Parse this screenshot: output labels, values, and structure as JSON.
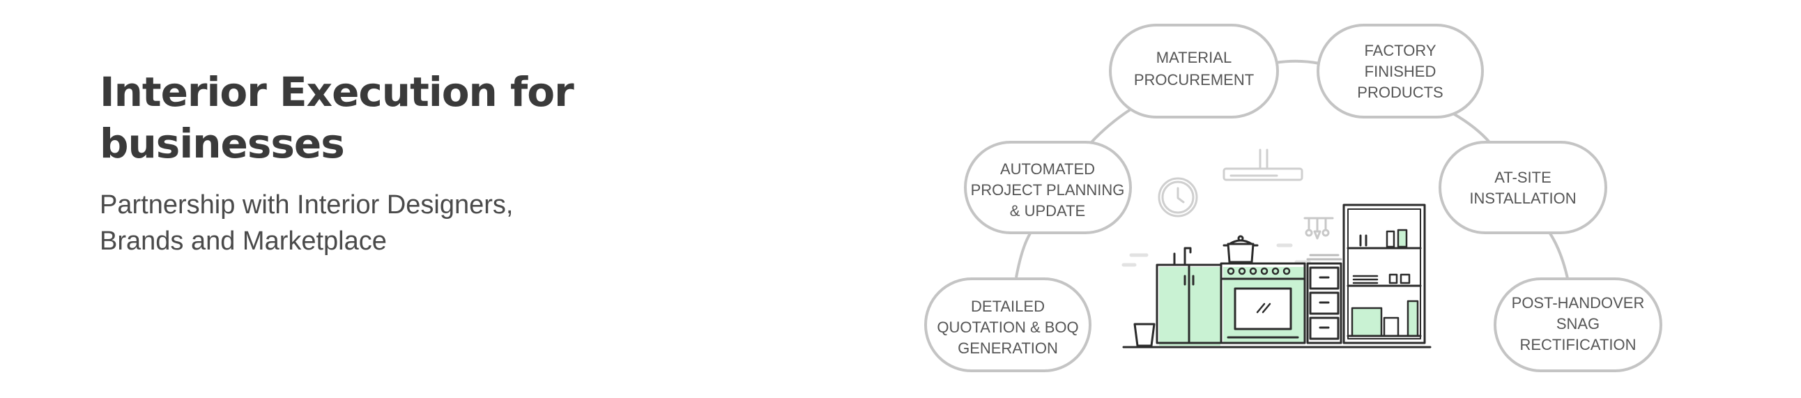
{
  "hero": {
    "title_line1": "Interior Execution for",
    "title_line2": "businesses",
    "subtitle_line1": "Partnership with Interior Designers,",
    "subtitle_line2": "Brands and Marketplace"
  },
  "steps": {
    "quotation": [
      "DETAILED",
      "QUOTATION & BOQ",
      "GENERATION"
    ],
    "planning": [
      "AUTOMATED",
      "PROJECT PLANNING",
      "& UPDATE"
    ],
    "procurement": [
      "MATERIAL",
      "PROCUREMENT"
    ],
    "factory": [
      "FACTORY",
      "FINISHED",
      "PRODUCTS"
    ],
    "installation": [
      "AT-SITE",
      "INSTALLATION"
    ],
    "snag": [
      "POST-HANDOVER",
      "SNAG",
      "RECTIFICATION"
    ]
  },
  "colors": {
    "title": "#3a3a3a",
    "pill_border": "#c4c4c4",
    "accent_green": "#b9efc6",
    "line_dark": "#2b2b2b"
  },
  "icons": [
    "clock-icon",
    "range-hood-icon",
    "cooking-pot-icon",
    "utensils-icon",
    "stove-icon"
  ]
}
